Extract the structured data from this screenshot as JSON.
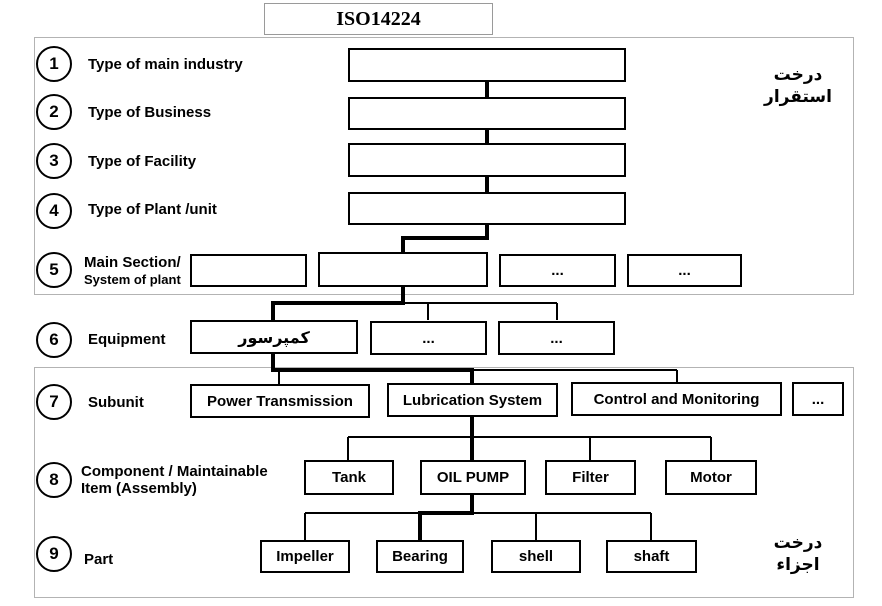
{
  "title": "ISO14224",
  "side_labels": {
    "upper": [
      "درخت",
      "استقرار"
    ],
    "lower": [
      "درخت",
      "اجزاء"
    ]
  },
  "levels": [
    {
      "number": "1",
      "label": "Type of main industry"
    },
    {
      "number": "2",
      "label": "Type of  Business"
    },
    {
      "number": "3",
      "label": "Type of  Facility"
    },
    {
      "number": "4",
      "label": "Type of  Plant /unit"
    },
    {
      "number": "5",
      "label": "Main Section/",
      "label2": "System of plant"
    },
    {
      "number": "6",
      "label": "Equipment"
    },
    {
      "number": "7",
      "label": "Subunit"
    },
    {
      "number": "8",
      "label": "Component / Maintainable",
      "label2": "Item (Assembly)"
    },
    {
      "number": "9",
      "label": "Part"
    }
  ],
  "nodes": {
    "l1": [
      ""
    ],
    "l2": [
      ""
    ],
    "l3": [
      ""
    ],
    "l4": [
      ""
    ],
    "l5": [
      "",
      "",
      "...",
      "..."
    ],
    "l6": [
      "کمپرسور",
      "...",
      "..."
    ],
    "l7": [
      "Power Transmission",
      "Lubrication System",
      "Control and Monitoring",
      "..."
    ],
    "l8": [
      "Tank",
      "OIL PUMP",
      "Filter",
      "Motor"
    ],
    "l9": [
      "Impeller",
      "Bearing",
      "shell",
      "shaft"
    ]
  }
}
